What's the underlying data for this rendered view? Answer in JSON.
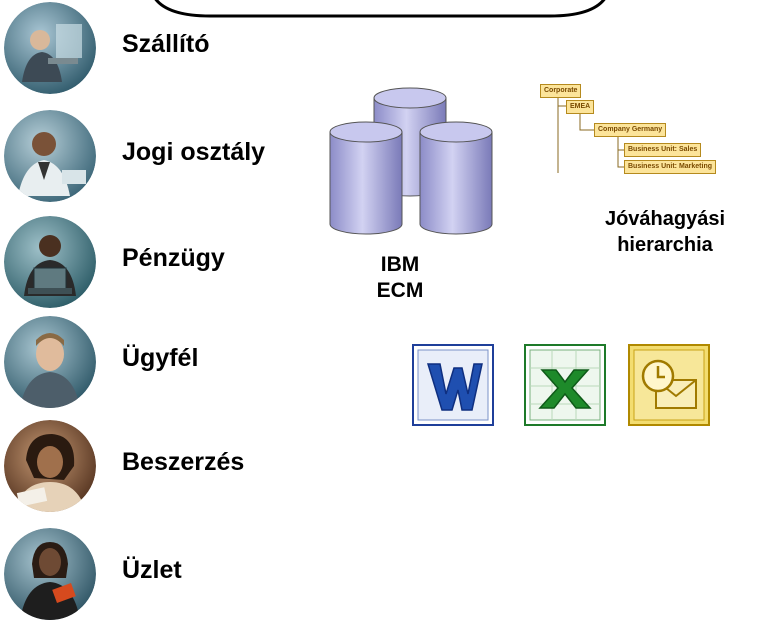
{
  "roles": [
    {
      "label": "Szállító",
      "icon": "supplier-avatar-icon"
    },
    {
      "label": "Jogi osztály",
      "icon": "legal-avatar-icon"
    },
    {
      "label": "Pénzügy",
      "icon": "finance-avatar-icon"
    },
    {
      "label": "Ügyfél",
      "icon": "customer-avatar-icon"
    },
    {
      "label": "Beszerzés",
      "icon": "procurement-avatar-icon"
    },
    {
      "label": "Üzlet",
      "icon": "business-avatar-icon"
    }
  ],
  "repository": {
    "line1": "IBM",
    "line2": "ECM",
    "icon": "database-icon",
    "color": "#b3b3e6"
  },
  "hierarchy": {
    "nodes": [
      "Corporate",
      "EMEA",
      "Company Germany",
      "Business Unit: Sales",
      "Business Unit: Marketing"
    ],
    "label_line1": "Jóváhagyási",
    "label_line2": "hierarchia"
  },
  "apps": [
    {
      "name": "word-icon",
      "glyph": "W",
      "color": "#1f4fb0"
    },
    {
      "name": "excel-icon",
      "glyph": "X",
      "color": "#1e8a2a"
    },
    {
      "name": "outlook-icon",
      "glyph": "",
      "color": "#e8b400"
    }
  ]
}
